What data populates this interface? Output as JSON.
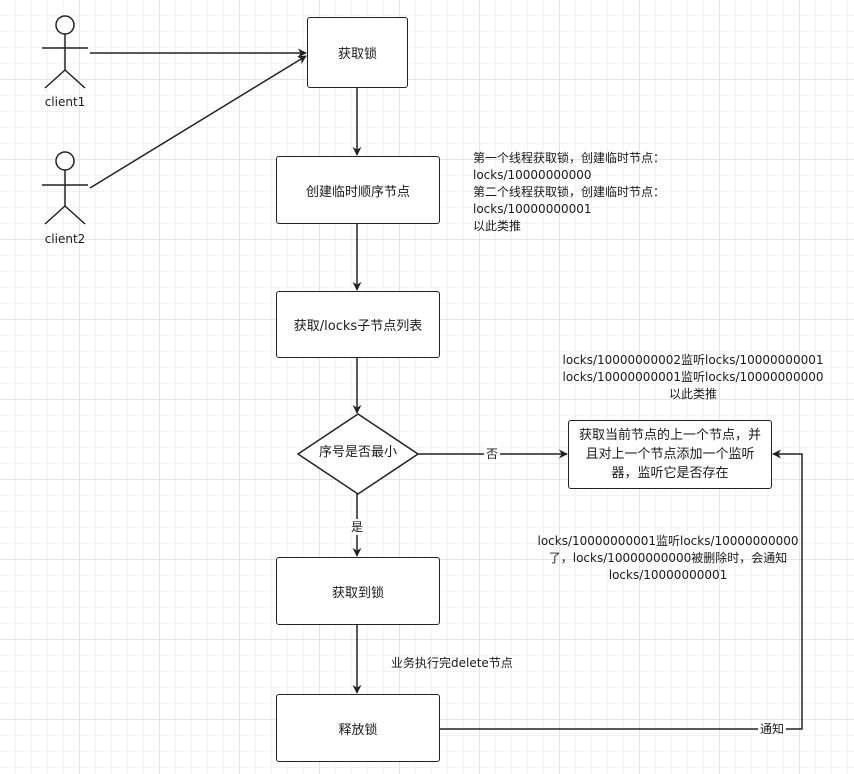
{
  "actors": [
    {
      "label": "client1"
    },
    {
      "label": "client2"
    }
  ],
  "nodes": {
    "acquire_lock": "获取锁",
    "create_node": "创建临时顺序节点",
    "get_children": "获取/locks子节点列表",
    "is_smallest": "序号是否最小",
    "watch_prev": "获取当前节点的上一个节点，并且对上一个节点添加一个监听器，监听它是否存在",
    "got_lock": "获取到锁",
    "release_lock": "释放锁"
  },
  "edge_labels": {
    "no": "否",
    "yes": "是",
    "notify": "通知"
  },
  "notes": {
    "create_node": [
      "第一个线程获取锁，创建临时节点：",
      "locks/10000000000",
      "第二个线程获取锁，创建临时节点：",
      "locks/10000000001",
      "以此类推"
    ],
    "watch_chain": [
      "locks/10000000002监听locks/10000000001",
      "locks/10000000001监听locks/10000000000",
      "以此类推"
    ],
    "notify_desc": [
      "locks/10000000001监听locks/10000000000",
      "了，locks/10000000000被删除时，会通知",
      "locks/10000000001"
    ],
    "release_desc": "业务执行完delete节点"
  }
}
